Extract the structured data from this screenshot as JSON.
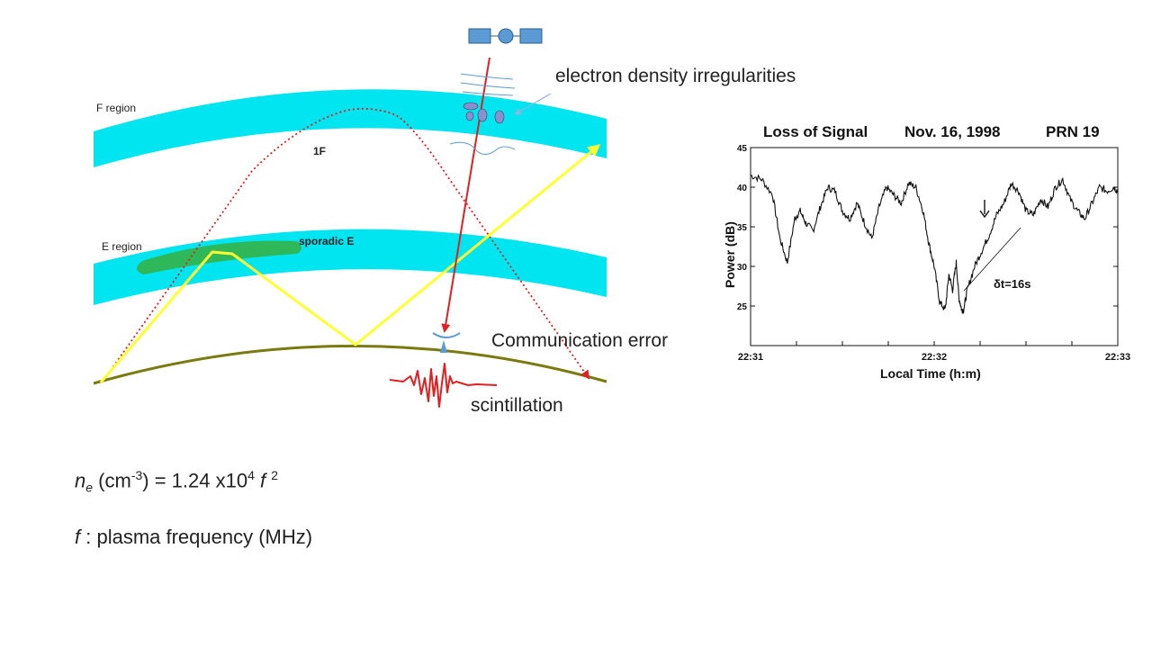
{
  "diagram": {
    "f_region_label": "F region",
    "e_region_label": "E region",
    "path_1f_label": "1F",
    "sporadic_e_label": "sporadic E",
    "irregularities_label": "electron density irregularities",
    "comm_error_label": "Communication error",
    "scintillation_label": "scintillation",
    "colors": {
      "layer": "#00e5f0",
      "sporadic": "#2eb85a",
      "ray": "#ffff33",
      "satellite_ray": "#e02020",
      "ground": "#7a7a10",
      "satellite": "#5b9bd5"
    },
    "icons": [
      "satellite-icon",
      "receiver-antenna-icon",
      "scintillation-wave-icon",
      "irregularity-blobs-icon"
    ]
  },
  "formula": {
    "line1": {
      "n": "n",
      "n_sub": "e",
      "unit_open": " (cm",
      "unit_exp": "-3",
      "unit_close": ") = 1.24 x10",
      "coef_exp": "4",
      "f": " f ",
      "f_exp": "2"
    },
    "line2": {
      "f": "f",
      "rest": " : plasma frequency (MHz)"
    }
  },
  "chart_data": {
    "type": "line",
    "title_parts": [
      "Loss of Signal",
      "Nov. 16, 1998",
      "PRN 19"
    ],
    "xlabel": "Local Time (h:m)",
    "ylabel": "Power (dB)",
    "x_ticks": [
      "22:31",
      "22:32",
      "22:33"
    ],
    "y_ticks": [
      25,
      30,
      35,
      40,
      45
    ],
    "ylim": [
      20,
      45
    ],
    "xlim_minutes": [
      0,
      2
    ],
    "annotation": "δt=16s",
    "series": [
      {
        "values_x_minutes": [
          0,
          0.06,
          0.12,
          0.16,
          0.2,
          0.24,
          0.27,
          0.3,
          0.34,
          0.38,
          0.42,
          0.46,
          0.5,
          0.54,
          0.58,
          0.62,
          0.66,
          0.7,
          0.74,
          0.78,
          0.82,
          0.86,
          0.9,
          0.94,
          0.97,
          1.0,
          1.03,
          1.06,
          1.08,
          1.1,
          1.12,
          1.135,
          1.15,
          1.16,
          1.18,
          1.22,
          1.26,
          1.3,
          1.34,
          1.38,
          1.42,
          1.46,
          1.5,
          1.54,
          1.58,
          1.62,
          1.66,
          1.7,
          1.74,
          1.78,
          1.82,
          1.86,
          1.9,
          1.94,
          1.98,
          2.0
        ],
        "values_y": [
          41.5,
          41.0,
          39.0,
          33.5,
          30.5,
          36.0,
          37.0,
          35.5,
          34.5,
          37.5,
          40.0,
          39.5,
          37.0,
          36.0,
          38.0,
          35.5,
          33.5,
          37.5,
          40.0,
          39.0,
          38.0,
          40.5,
          40.0,
          37.0,
          33.0,
          30.0,
          25.5,
          24.5,
          29.0,
          27.0,
          30.5,
          26.0,
          24.5,
          24.5,
          27.0,
          30.0,
          32.0,
          34.0,
          36.5,
          38.0,
          40.5,
          39.5,
          37.0,
          36.5,
          38.5,
          37.5,
          40.0,
          41.0,
          38.5,
          37.0,
          36.0,
          38.0,
          40.0,
          39.5,
          40.0,
          39.5
        ]
      }
    ]
  }
}
